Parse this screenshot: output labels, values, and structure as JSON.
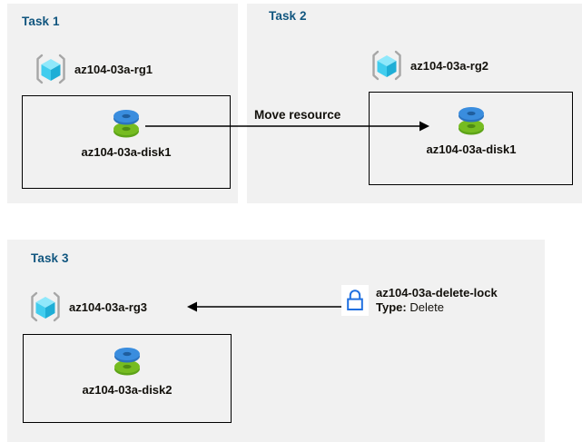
{
  "diagram": {
    "title": "Azure resource group tasks diagram",
    "colors": {
      "panel_background": "#f1f1f1",
      "page_background": "#ffffff",
      "task_title": "#11567f",
      "text": "#12100b",
      "box_border": "#000000",
      "rg_cube_light": "#86e5f7",
      "rg_cube_mid": "#32c8ea",
      "rg_cube_dark": "#1ba5cc",
      "rg_bracket": "#a6a6a6",
      "disk_blue": "#3a8dde",
      "disk_green": "#76bc21",
      "lock_blue": "#1f6fe0",
      "arrow": "#000000"
    }
  },
  "tasks": [
    {
      "id": "task1",
      "title": "Task 1",
      "resource_group": {
        "icon": "resource-group-icon",
        "label": "az104-03a-rg1"
      },
      "resources": [
        {
          "icon": "managed-disk-icon",
          "label": "az104-03a-disk1"
        }
      ]
    },
    {
      "id": "task2",
      "title": "Task 2",
      "resource_group": {
        "icon": "resource-group-icon",
        "label": "az104-03a-rg2"
      },
      "resources": [
        {
          "icon": "managed-disk-icon",
          "label": "az104-03a-disk1"
        }
      ]
    },
    {
      "id": "task3",
      "title": "Task 3",
      "resource_group": {
        "icon": "resource-group-icon",
        "label": "az104-03a-rg3"
      },
      "resources": [
        {
          "icon": "managed-disk-icon",
          "label": "az104-03a-disk2"
        }
      ],
      "lock": {
        "icon": "lock-icon",
        "name": "az104-03a-delete-lock",
        "type_label": "Type:",
        "type_value": "Delete"
      }
    }
  ],
  "arrows": [
    {
      "id": "move-resource-arrow",
      "label": "Move resource",
      "direction": "right",
      "from": "az104-03a-disk1 in az104-03a-rg1",
      "to": "az104-03a-disk1 in az104-03a-rg2"
    },
    {
      "id": "lock-applies-arrow",
      "label": "",
      "direction": "left",
      "from": "az104-03a-delete-lock",
      "to": "az104-03a-rg3"
    }
  ]
}
